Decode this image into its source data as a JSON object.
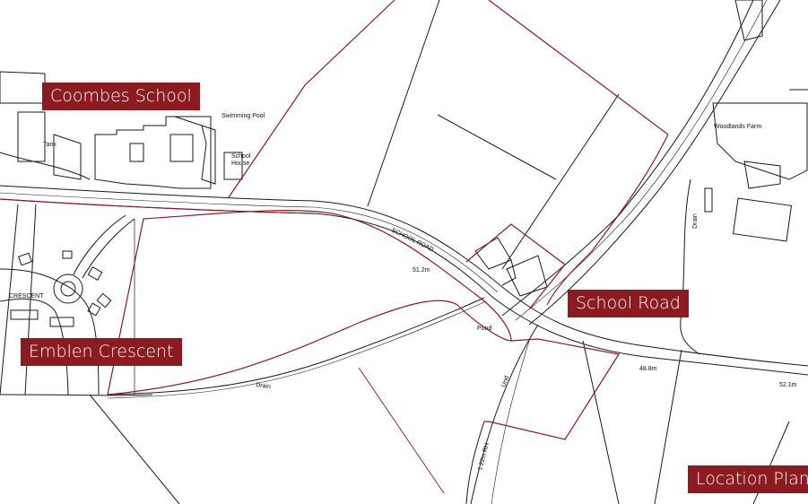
{
  "labels": {
    "coombes_school": "Coombes School",
    "emblen_crescent": "Emblen Crescent",
    "school_road": "School Road",
    "location_plan": "Location Plan"
  },
  "map_text": {
    "swimming_pool": "Swimming Pool",
    "tank": "Tank",
    "school_house_1": "School",
    "school_house_2": "House",
    "woodlands_farm": "Woodlands Farm",
    "school_road_street": "SCHOOL ROAD",
    "spot_height_1": "51.2m",
    "spot_height_2": "48.8m",
    "spot_height_3": "52.1m",
    "pond": "Pond",
    "drain_1": "Drain",
    "drain_2": "Drain",
    "crescent": "CRESCENT",
    "undefined_boundary": "Und",
    "ditch_height": "1.22m RH"
  },
  "colors": {
    "boundary_red": "#8b1a21",
    "label_background": "#8b1a21",
    "label_text": "#ffffff",
    "linework": "#1a1a1a",
    "background": "#ffffff"
  }
}
